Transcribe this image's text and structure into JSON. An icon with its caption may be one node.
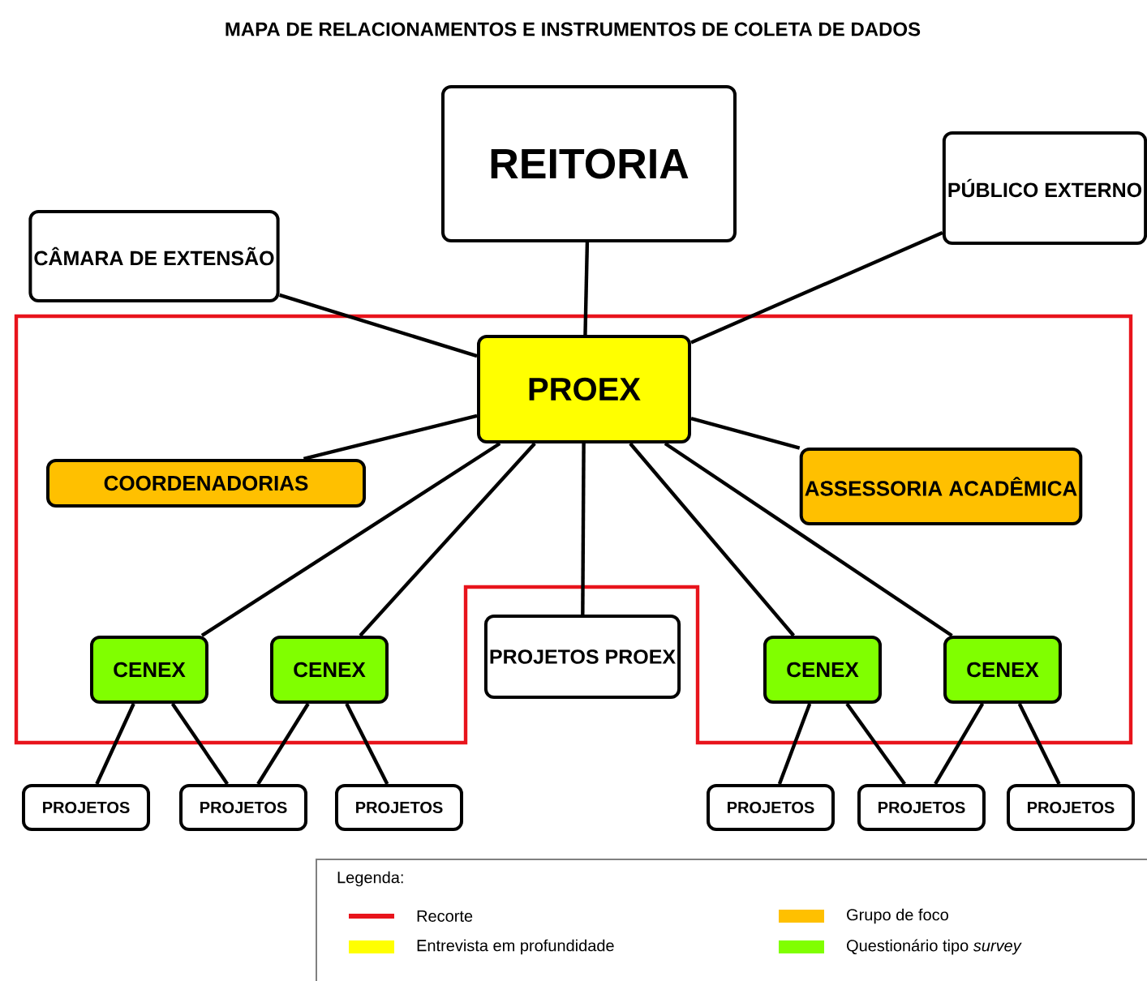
{
  "diagram": {
    "title": "MAPA DE RELACIONAMENTOS E INSTRUMENTOS DE COLETA DE DADOS",
    "nodes": [
      {
        "text": [
          "REITORIA"
        ]
      },
      {
        "text": [
          "CÂMARA DE EXTENSÃO"
        ]
      },
      {
        "text": [
          "PÚBLICO EXTERNO"
        ]
      },
      {
        "text": [
          "PROEX"
        ]
      },
      {
        "text": [
          "COORDENADORIAS"
        ]
      },
      {
        "text": [
          "ASSESSORIA ACADÊMICA"
        ]
      },
      {
        "text": [
          "CENEX"
        ]
      },
      {
        "text": [
          "CENEX"
        ]
      },
      {
        "text": [
          "PROJETOS PROEX"
        ]
      },
      {
        "text": [
          "CENEX"
        ]
      },
      {
        "text": [
          "CENEX"
        ]
      },
      {
        "text": [
          "PROJETOS"
        ]
      },
      {
        "text": [
          "PROJETOS"
        ]
      },
      {
        "text": [
          "PROJETOS"
        ]
      },
      {
        "text": [
          "PROJETOS"
        ]
      },
      {
        "text": [
          "PROJETOS"
        ]
      },
      {
        "text": [
          "PROJETOS"
        ]
      }
    ],
    "edges": [
      {
        "from": 0,
        "to": 3,
        "arrow": "none"
      },
      {
        "from": 1,
        "to": 3,
        "arrow": "none"
      },
      {
        "from": 2,
        "to": 3,
        "arrow": "none"
      },
      {
        "from": 3,
        "to": 4,
        "arrow": "none"
      },
      {
        "from": 3,
        "to": 5,
        "arrow": "none"
      },
      {
        "from": 3,
        "to": 6,
        "arrow": "none"
      },
      {
        "from": 3,
        "to": 7,
        "arrow": "none"
      },
      {
        "from": 3,
        "to": 8,
        "arrow": "none"
      },
      {
        "from": 3,
        "to": 9,
        "arrow": "none"
      },
      {
        "from": 3,
        "to": 10,
        "arrow": "none"
      },
      {
        "from": 6,
        "to": 11,
        "arrow": "none"
      },
      {
        "from": 6,
        "to": 12,
        "arrow": "none"
      },
      {
        "from": 7,
        "to": 12,
        "arrow": "none"
      },
      {
        "from": 7,
        "to": 13,
        "arrow": "none"
      },
      {
        "from": 9,
        "to": 14,
        "arrow": "none"
      },
      {
        "from": 9,
        "to": 15,
        "arrow": "none"
      },
      {
        "from": 10,
        "to": 15,
        "arrow": "none"
      },
      {
        "from": 10,
        "to": 16,
        "arrow": "none"
      }
    ],
    "labels": [
      "Legenda:"
    ],
    "legend": [
      {
        "text": "Recorte"
      },
      {
        "text": "Grupo de foco",
        "color": "#ffc000"
      },
      {
        "text": "Entrevista em profundidade",
        "color": "#ffff00"
      },
      {
        "text": "Questionário tipo *survey*",
        "color": "#80ff00"
      }
    ]
  }
}
